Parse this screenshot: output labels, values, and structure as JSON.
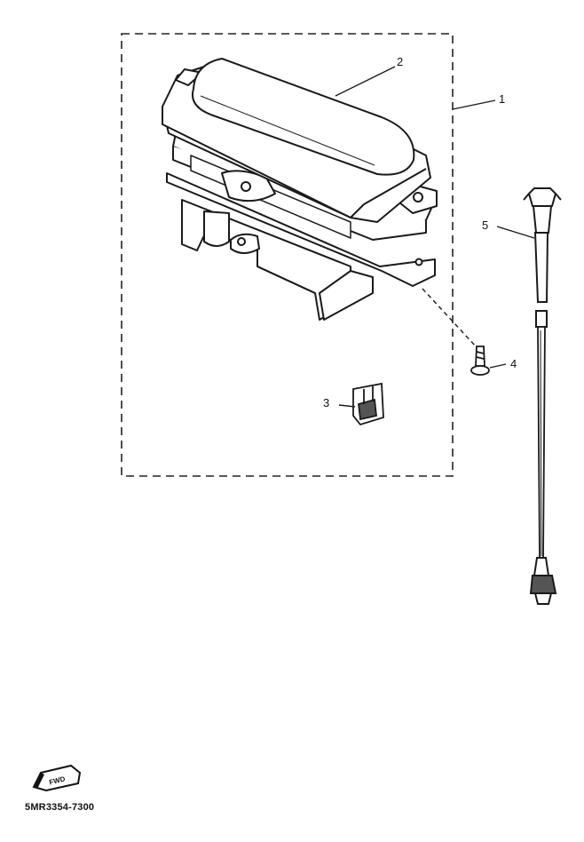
{
  "diagram": {
    "part_code": "5MR3354-7300",
    "fwd_logo_text": "FWD",
    "callouts": [
      {
        "id": "callout-1",
        "label": "1"
      },
      {
        "id": "callout-2",
        "label": "2"
      },
      {
        "id": "callout-3",
        "label": "3"
      },
      {
        "id": "callout-4",
        "label": "4"
      },
      {
        "id": "callout-5",
        "label": "5"
      }
    ]
  }
}
